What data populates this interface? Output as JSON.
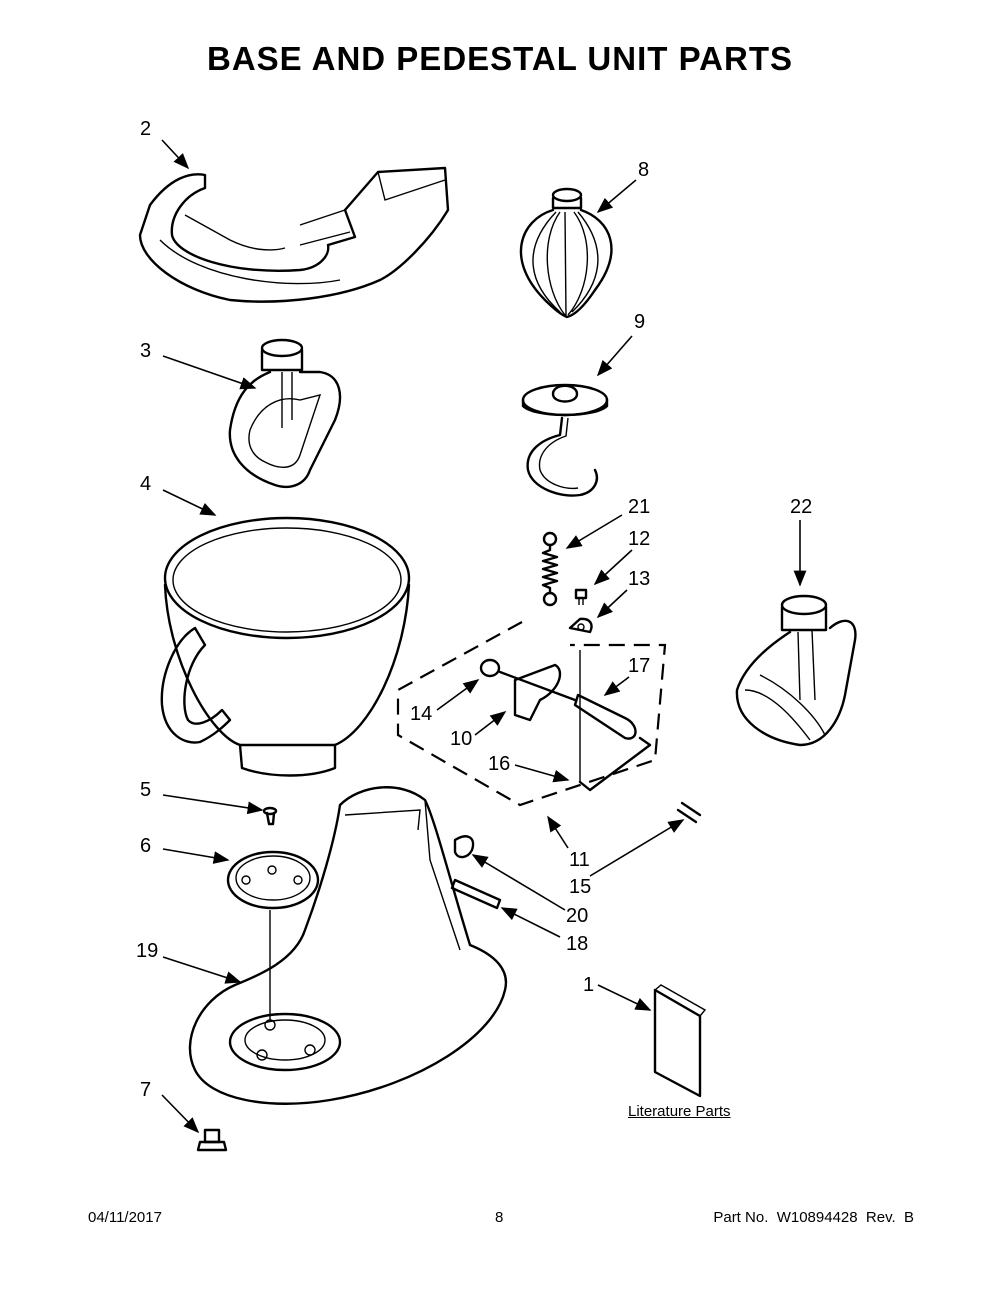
{
  "title": "BASE AND PEDESTAL UNIT PARTS",
  "callouts": {
    "c1": "1",
    "c2": "2",
    "c3": "3",
    "c4": "4",
    "c5": "5",
    "c6": "6",
    "c7": "7",
    "c8": "8",
    "c9": "9",
    "c10": "10",
    "c11": "11",
    "c12": "12",
    "c13": "13",
    "c14": "14",
    "c15": "15",
    "c16": "16",
    "c17": "17",
    "c18": "18",
    "c19": "19",
    "c20": "20",
    "c21": "21",
    "c22": "22"
  },
  "literature_label": "Literature Parts",
  "footer": {
    "date": "04/11/2017",
    "page": "8",
    "part_no": "Part No.  W10894428  Rev.  B"
  }
}
